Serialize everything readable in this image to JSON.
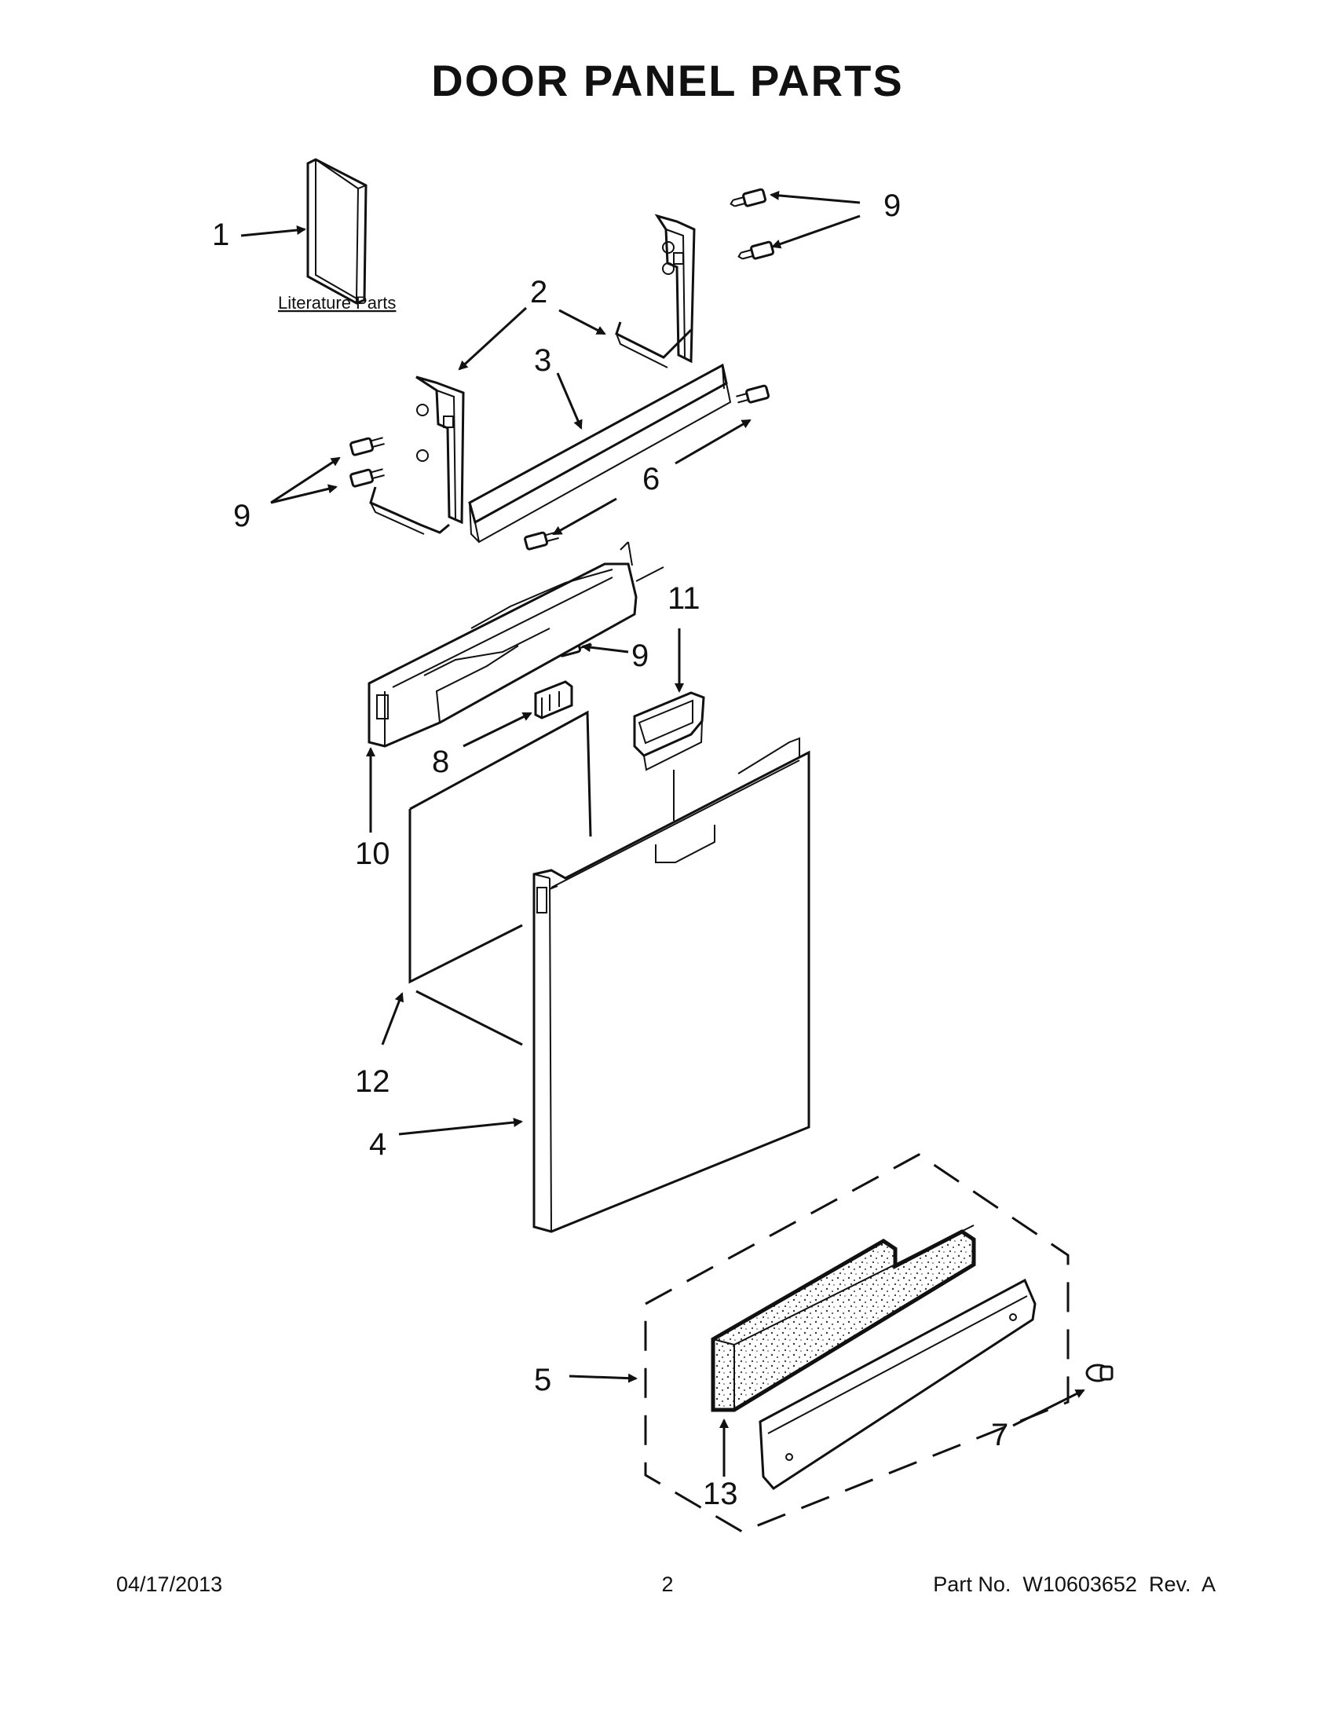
{
  "title": "DOOR PANEL PARTS",
  "literature_label": "Literature Parts",
  "callouts": {
    "c1": "1",
    "c2": "2",
    "c3": "3",
    "c4": "4",
    "c5": "5",
    "c6": "6",
    "c7": "7",
    "c8": "8",
    "c9a": "9",
    "c9b": "9",
    "c9c": "9",
    "c10": "10",
    "c11": "11",
    "c12": "12",
    "c13": "13"
  },
  "footer": {
    "date": "04/17/2013",
    "page": "2",
    "part_number": "Part No.  W10603652  Rev.  A"
  }
}
